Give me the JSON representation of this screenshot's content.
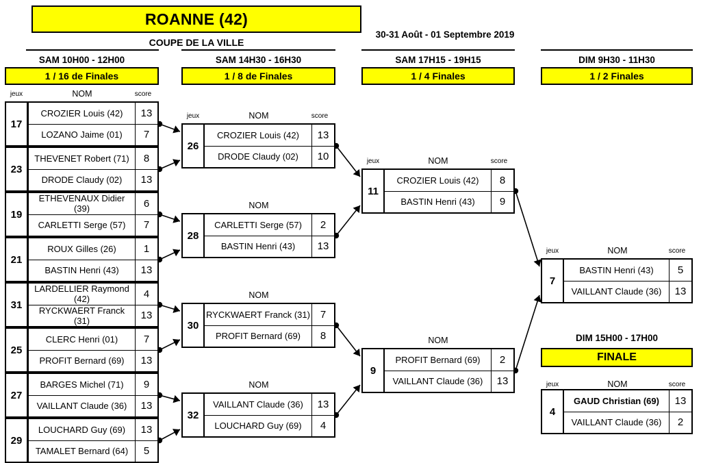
{
  "header": {
    "title": "ROANNE (42)",
    "subtitle": "COUPE DE LA VILLE",
    "dates": "30-31 Août - 01 Septembre 2019"
  },
  "captions": {
    "jeux": "jeux",
    "nom": "NOM",
    "score": "score"
  },
  "rounds": [
    {
      "time": "SAM 10H00 - 12H00",
      "label": "1 / 16 de Finales",
      "matches": [
        {
          "jeux": "17",
          "players": [
            {
              "name": "CROZIER Louis (42)",
              "score": "13"
            },
            {
              "name": "LOZANO Jaime (01)",
              "score": "7"
            }
          ]
        },
        {
          "jeux": "23",
          "players": [
            {
              "name": "THEVENET Robert (71)",
              "score": "8"
            },
            {
              "name": "DRODE Claudy (02)",
              "score": "13"
            }
          ]
        },
        {
          "jeux": "19",
          "players": [
            {
              "name": "ETHEVENAUX Didier (39)",
              "score": "6"
            },
            {
              "name": "CARLETTI Serge (57)",
              "score": "7"
            }
          ]
        },
        {
          "jeux": "21",
          "players": [
            {
              "name": "ROUX Gilles (26)",
              "score": "1"
            },
            {
              "name": "BASTIN Henri (43)",
              "score": "13"
            }
          ]
        },
        {
          "jeux": "31",
          "players": [
            {
              "name": "LARDELLIER Raymond (42)",
              "score": "4"
            },
            {
              "name": "RYCKWAERT Franck (31)",
              "score": "13"
            }
          ]
        },
        {
          "jeux": "25",
          "players": [
            {
              "name": "CLERC Henri (01)",
              "score": "7"
            },
            {
              "name": "PROFIT Bernard (69)",
              "score": "13"
            }
          ]
        },
        {
          "jeux": "27",
          "players": [
            {
              "name": "BARGES Michel (71)",
              "score": "9"
            },
            {
              "name": "VAILLANT Claude (36)",
              "score": "13"
            }
          ]
        },
        {
          "jeux": "29",
          "players": [
            {
              "name": "LOUCHARD Guy (69)",
              "score": "13"
            },
            {
              "name": "TAMALET Bernard (64)",
              "score": "5"
            }
          ]
        }
      ]
    },
    {
      "time": "SAM 14H30 - 16H30",
      "label": "1 / 8 de Finales",
      "matches": [
        {
          "jeux": "26",
          "players": [
            {
              "name": "CROZIER Louis (42)",
              "score": "13"
            },
            {
              "name": "DRODE Claudy (02)",
              "score": "10"
            }
          ]
        },
        {
          "jeux": "28",
          "players": [
            {
              "name": "CARLETTI Serge (57)",
              "score": "2"
            },
            {
              "name": "BASTIN Henri (43)",
              "score": "13"
            }
          ]
        },
        {
          "jeux": "30",
          "players": [
            {
              "name": "RYCKWAERT Franck (31)",
              "score": "7"
            },
            {
              "name": "PROFIT Bernard (69)",
              "score": "8"
            }
          ]
        },
        {
          "jeux": "32",
          "players": [
            {
              "name": "VAILLANT Claude (36)",
              "score": "13"
            },
            {
              "name": "LOUCHARD Guy (69)",
              "score": "4"
            }
          ]
        }
      ]
    },
    {
      "time": "SAM 17H15 - 19H15",
      "label": "1 / 4 Finales",
      "matches": [
        {
          "jeux": "11",
          "players": [
            {
              "name": "CROZIER Louis (42)",
              "score": "8"
            },
            {
              "name": "BASTIN Henri (43)",
              "score": "9"
            }
          ]
        },
        {
          "jeux": "9",
          "players": [
            {
              "name": "PROFIT Bernard (69)",
              "score": "2"
            },
            {
              "name": "VAILLANT Claude (36)",
              "score": "13"
            }
          ]
        }
      ]
    },
    {
      "time": "DIM 9H30 - 11H30",
      "label": "1 / 2 Finales",
      "matches": [
        {
          "jeux": "7",
          "players": [
            {
              "name": "BASTIN Henri (43)",
              "score": "5"
            },
            {
              "name": "VAILLANT Claude (36)",
              "score": "13"
            }
          ]
        }
      ]
    }
  ],
  "finale": {
    "time": "DIM 15H00 - 17H00",
    "label": "FINALE",
    "match": {
      "jeux": "4",
      "players": [
        {
          "name": "GAUD Christian (69)",
          "score": "13",
          "bold": true
        },
        {
          "name": "VAILLANT Claude (36)",
          "score": "2",
          "bold": false
        }
      ]
    }
  },
  "colors": {
    "accent": "#ffff00",
    "border": "#000000",
    "background": "#ffffff"
  }
}
